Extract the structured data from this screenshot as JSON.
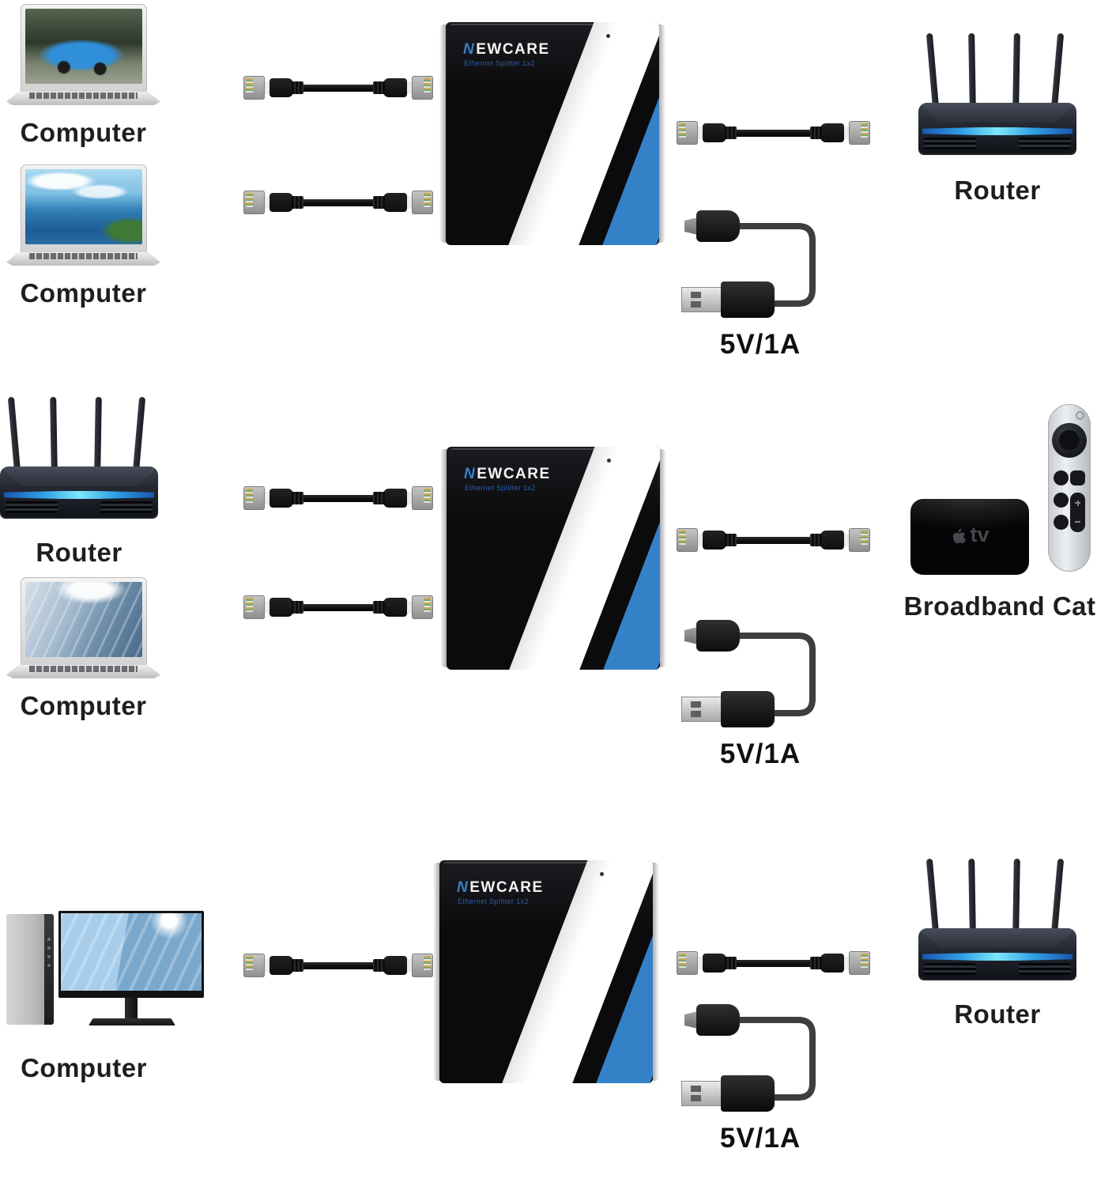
{
  "splitter": {
    "brand_first": "N",
    "brand_rest": "EWCARE",
    "model": "Ethernet Splitter 1x2",
    "accent_blue": "#3581c8"
  },
  "rows": [
    {
      "left_devices": [
        {
          "type": "laptop",
          "label": "Computer",
          "screen_image": "blue-sports-car"
        },
        {
          "type": "laptop",
          "label": "Computer",
          "screen_image": "tropical-coast"
        }
      ],
      "right_device": {
        "type": "router",
        "label": "Router"
      },
      "power_label": "5V/1A"
    },
    {
      "left_devices": [
        {
          "type": "router",
          "label": "Router"
        },
        {
          "type": "laptop",
          "label": "Computer",
          "screen_image": "glass-skyscrapers"
        }
      ],
      "right_device": {
        "type": "apple-tv-with-remote",
        "label": "Broadband Cat"
      },
      "power_label": "5V/1A"
    },
    {
      "left_devices": [
        {
          "type": "desktop-pc",
          "label": "Computer",
          "screen_image": "skyscraper-sunburst"
        }
      ],
      "right_device": {
        "type": "router",
        "label": "Router"
      },
      "power_label": "5V/1A"
    }
  ]
}
